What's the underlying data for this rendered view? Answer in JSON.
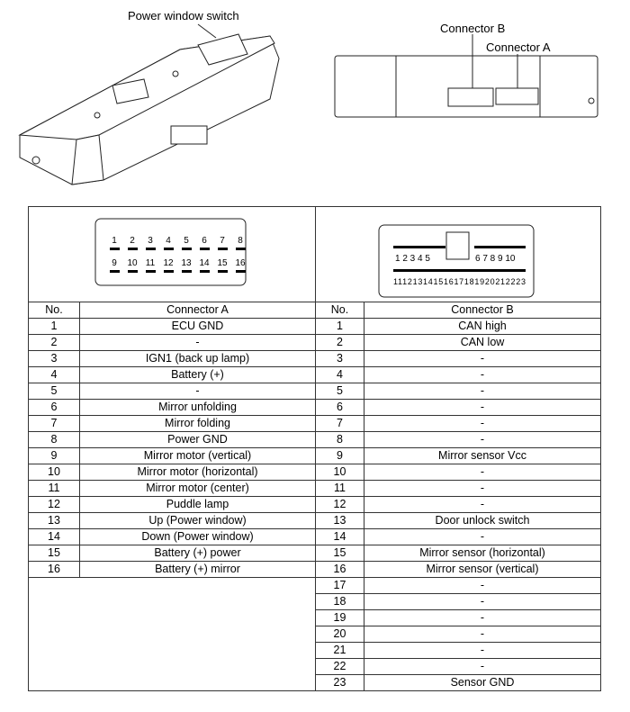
{
  "labels": {
    "switch": "Power window switch",
    "connector_b": "Connector B",
    "connector_a": "Connector A"
  },
  "header": {
    "no": "No.",
    "a": "Connector A",
    "b": "Connector B"
  },
  "connector_a": [
    "ECU GND",
    "-",
    "IGN1 (back up lamp)",
    "Battery (+)",
    "-",
    "Mirror unfolding",
    "Mirror folding",
    "Power GND",
    "Mirror motor (vertical)",
    "Mirror motor (horizontal)",
    "Mirror motor (center)",
    "Puddle lamp",
    "Up (Power window)",
    "Down (Power window)",
    "Battery (+) power",
    "Battery (+) mirror"
  ],
  "connector_b": [
    "CAN high",
    "CAN low",
    "-",
    "-",
    "-",
    "-",
    "-",
    "-",
    "Mirror sensor Vcc",
    "-",
    "-",
    "-",
    "Door unlock switch",
    "-",
    "Mirror sensor (horizontal)",
    "Mirror sensor (vertical)",
    "-",
    "-",
    "-",
    "-",
    "-",
    "-",
    "Sensor GND"
  ],
  "pins_a_top": [
    "1",
    "2",
    "3",
    "4",
    "5",
    "6",
    "7",
    "8"
  ],
  "pins_a_bottom": [
    "9",
    "10",
    "11",
    "12",
    "13",
    "14",
    "15",
    "16"
  ],
  "pins_b_top_left": "1 2 3 4 5",
  "pins_b_top_right": "6 7 8 9 10",
  "pins_b_bottom": "11121314151617181920212223"
}
